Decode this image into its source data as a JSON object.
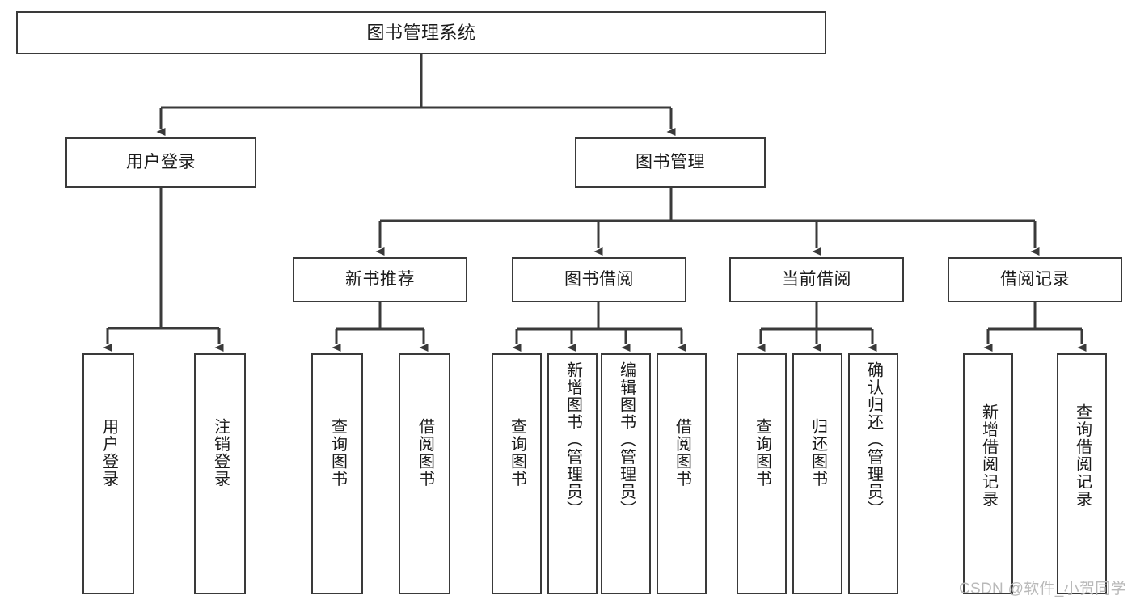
{
  "diagram": {
    "title": "图书管理系统",
    "type": "hierarchy-tree",
    "watermark": "CSDN @软件_小贺同学",
    "colors": {
      "stroke": "#3a3a3a",
      "fill": "#ffffff",
      "text": "#1a1a1a",
      "watermark": "#b9b9b9"
    },
    "nodes": {
      "root": "图书管理系统",
      "level2": [
        "用户登录",
        "图书管理"
      ],
      "level3": [
        "新书推荐",
        "图书借阅",
        "当前借阅",
        "借阅记录"
      ],
      "leaves": {
        "user_login": [
          "用户登录",
          "注销登录"
        ],
        "new_book": [
          "查询图书",
          "借阅图书"
        ],
        "book_borrow": [
          "查询图书",
          "新增图书（管理员）",
          "编辑图书（管理员）",
          "借阅图书"
        ],
        "current_borrow": [
          "查询图书",
          "归还图书",
          "确认归还（管理员）"
        ],
        "borrow_record": [
          "新增借阅记录",
          "查询借阅记录"
        ]
      }
    }
  }
}
